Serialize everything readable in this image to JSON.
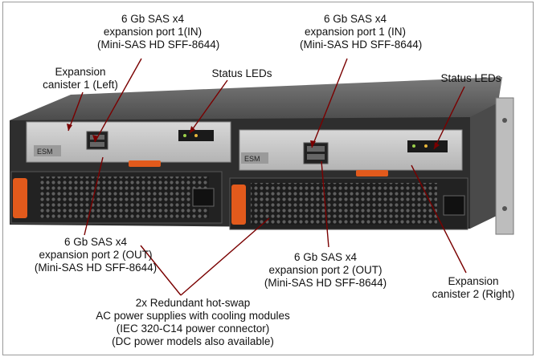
{
  "labels": {
    "port1_in_left": [
      "6 Gb SAS x4",
      "expansion port 1(IN)",
      "(Mini-SAS HD SFF-8644)"
    ],
    "port1_in_right": [
      "6 Gb SAS x4",
      "expansion port 1 (IN)",
      "(Mini-SAS HD SFF-8644)"
    ],
    "canister1": [
      "Expansion",
      "canister 1 (Left)"
    ],
    "status_leds_left": "Status LEDs",
    "status_leds_right": "Status LEDs",
    "port2_out_left": [
      "6 Gb SAS x4",
      "expansion port 2 (OUT)",
      "(Mini-SAS HD SFF-8644)"
    ],
    "port2_out_right": [
      "6 Gb SAS x4",
      "expansion port 2 (OUT)",
      "(Mini-SAS HD SFF-8644)"
    ],
    "canister2": [
      "Expansion",
      "canister 2 (Right)"
    ],
    "psu": [
      "2x Redundant hot-swap",
      "AC power supplies with cooling modules",
      "(IEC 320-C14 power connector)",
      "(DC power models also available)"
    ]
  },
  "device": {
    "esm_label_left": "ESM",
    "esm_label_right": "ESM"
  },
  "colors": {
    "chassis_top": "#5a5a5a",
    "chassis_front": "#3a3a3a",
    "canister": "#c9c9c9",
    "handle_orange": "#e25a1c",
    "leader_line": "#7a0000"
  }
}
